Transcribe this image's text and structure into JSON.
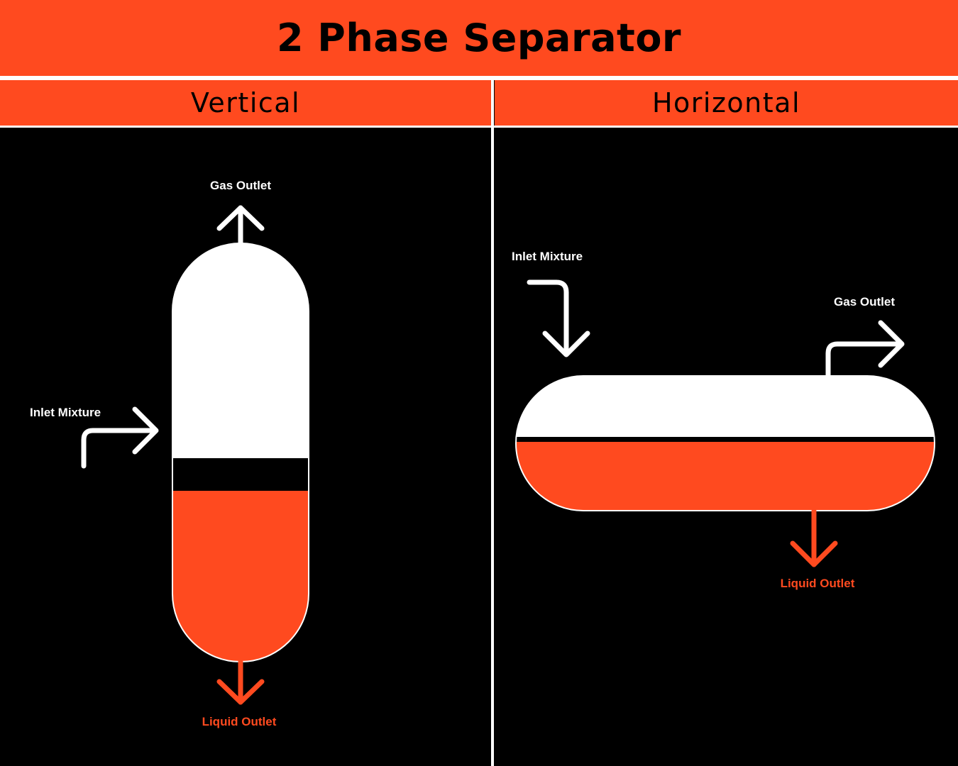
{
  "title": "2 Phase Separator",
  "colors": {
    "accent": "#FF4A1F",
    "background": "#000000",
    "gas": "#FFFFFF",
    "liquid": "#FF4A1F"
  },
  "panels": {
    "vertical": {
      "heading": "Vertical",
      "gas_outlet": "Gas Outlet",
      "inlet": "Inlet Mixture",
      "liquid_outlet": "Liquid Outlet"
    },
    "horizontal": {
      "heading": "Horizontal",
      "inlet": "Inlet Mixture",
      "gas_outlet": "Gas Outlet",
      "liquid_outlet": "Liquid Outlet"
    }
  }
}
